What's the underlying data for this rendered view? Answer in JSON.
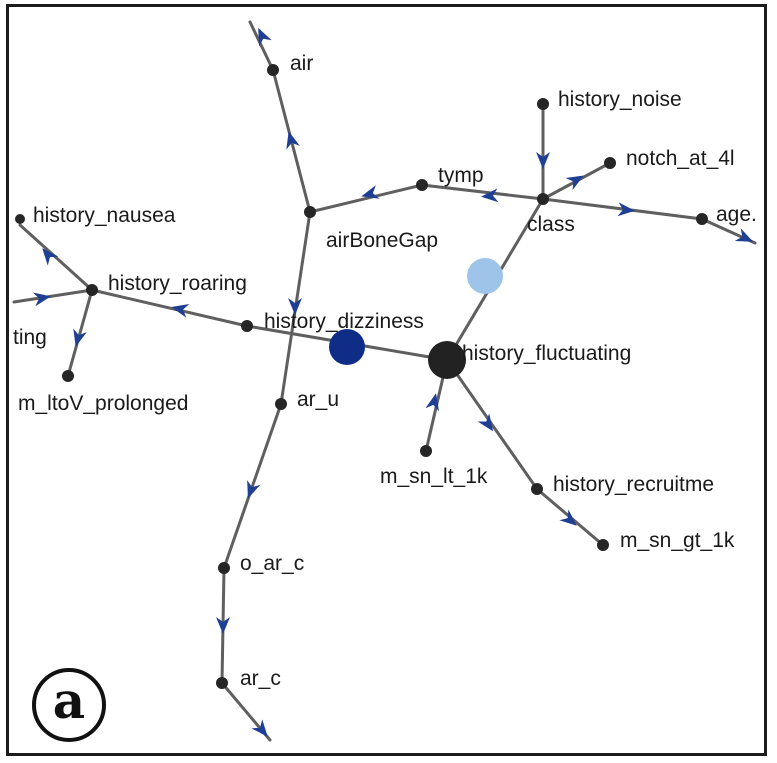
{
  "panel_label": "a",
  "colors": {
    "edge": "#5f5f5f",
    "arrow": "#1f3f94",
    "node": "#262626",
    "highlight_dark_blue": "#0f2d87",
    "highlight_light_blue": "#9ec4ea",
    "highlight_black": "#222222"
  },
  "nodes": [
    {
      "id": "air",
      "label": "air"
    },
    {
      "id": "history_noise",
      "label": "history_noise"
    },
    {
      "id": "notch_at_4k",
      "label": "notch_at_4l"
    },
    {
      "id": "tymp",
      "label": "tymp"
    },
    {
      "id": "class",
      "label": "class"
    },
    {
      "id": "age",
      "label": "age."
    },
    {
      "id": "history_nausea",
      "label": "history_nausea"
    },
    {
      "id": "airBoneGap",
      "label": "airBoneGap"
    },
    {
      "id": "history_roaring",
      "label": "history_roaring"
    },
    {
      "id": "history_dizziness",
      "label": "history_dizziness"
    },
    {
      "id": "history_fluctuating",
      "label": "history_fluctuating"
    },
    {
      "id": "ting",
      "label": "ting"
    },
    {
      "id": "m_ltov_prolonged",
      "label": "m_ltoV_prolonged"
    },
    {
      "id": "ar_u",
      "label": "ar_u"
    },
    {
      "id": "m_sn_lt_1k",
      "label": "m_sn_lt_1k"
    },
    {
      "id": "history_recruitment",
      "label": "history_recruitme"
    },
    {
      "id": "m_sn_gt_1k",
      "label": "m_sn_gt_1k"
    },
    {
      "id": "o_ar_c",
      "label": "o_ar_c"
    },
    {
      "id": "ar_c",
      "label": "ar_c"
    }
  ]
}
